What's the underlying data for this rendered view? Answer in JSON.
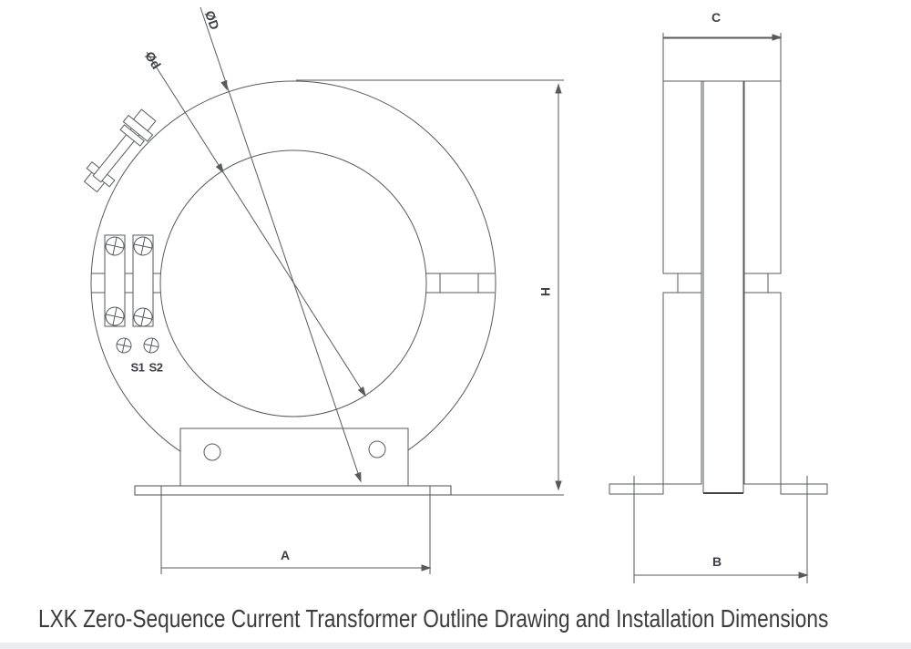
{
  "drawing": {
    "caption": "LXK Zero-Sequence Current Transformer Outline Drawing and Installation Dimensions",
    "front_view": {
      "labels": {
        "outer_diameter": "ØD",
        "inner_diameter": "Ød",
        "height": "H",
        "base_width": "A",
        "terminal_s1": "S1",
        "terminal_s2": "S2"
      }
    },
    "side_view": {
      "labels": {
        "depth": "C",
        "mounting_width": "B"
      }
    },
    "colors": {
      "line": "#565a60",
      "label_text": "#3c4046",
      "caption_text": "#3b3b3b",
      "footer_band": "#e9edf2",
      "background": "#ffffff"
    }
  }
}
